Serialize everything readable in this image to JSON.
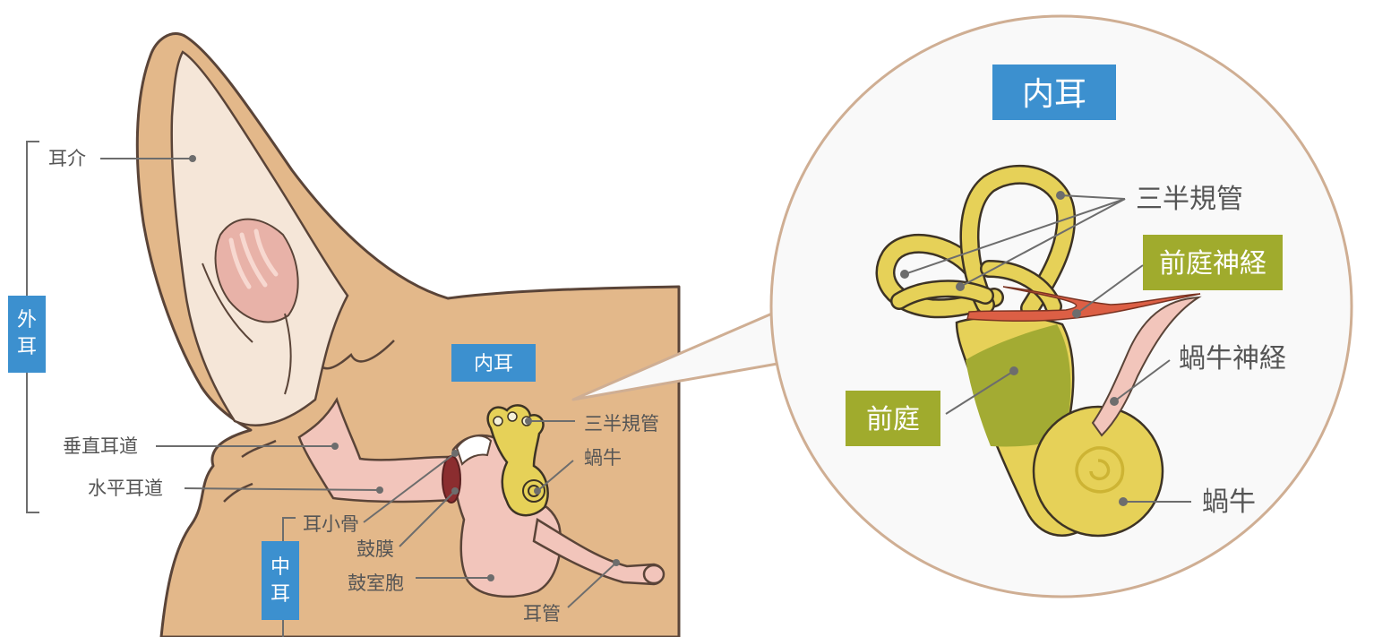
{
  "colors": {
    "skin": "#e3b88a",
    "outline": "#5a4438",
    "pinna_inner": "#f5e6d8",
    "canal_pink": "#f2c5bb",
    "inner_yellow": "#e6d158",
    "vestibule_green": "#a3ab33",
    "nerve_red": "#dc5f45",
    "label_blue": "#3c90cf",
    "label_olive": "#a0ab2d",
    "zoom_circle_bg": "#f9f9f9",
    "zoom_circle_border": "#cfae93",
    "leader_gray": "#6d6d6d",
    "label_text": "#555555"
  },
  "left_diagram": {
    "outer_ear_box": "外\n耳",
    "outer_ear_box_chars": [
      "外",
      "耳"
    ],
    "middle_ear_box_chars": [
      "中",
      "耳"
    ],
    "inner_ear_box": "内耳",
    "labels": {
      "pinna": "耳介",
      "vertical_canal": "垂直耳道",
      "horizontal_canal": "水平耳道",
      "ossicles": "耳小骨",
      "eardrum": "鼓膜",
      "tympanic_bulla": "鼓室胞",
      "eustachian_tube": "耳管",
      "semicircular_canals": "三半規管",
      "cochlea": "蝸牛"
    }
  },
  "zoom_view": {
    "title": "内耳",
    "labels": {
      "semicircular_canals": "三半規管",
      "vestibular_nerve": "前庭神経",
      "cochlear_nerve": "蝸牛神経",
      "vestibule": "前庭",
      "cochlea": "蝸牛"
    }
  }
}
